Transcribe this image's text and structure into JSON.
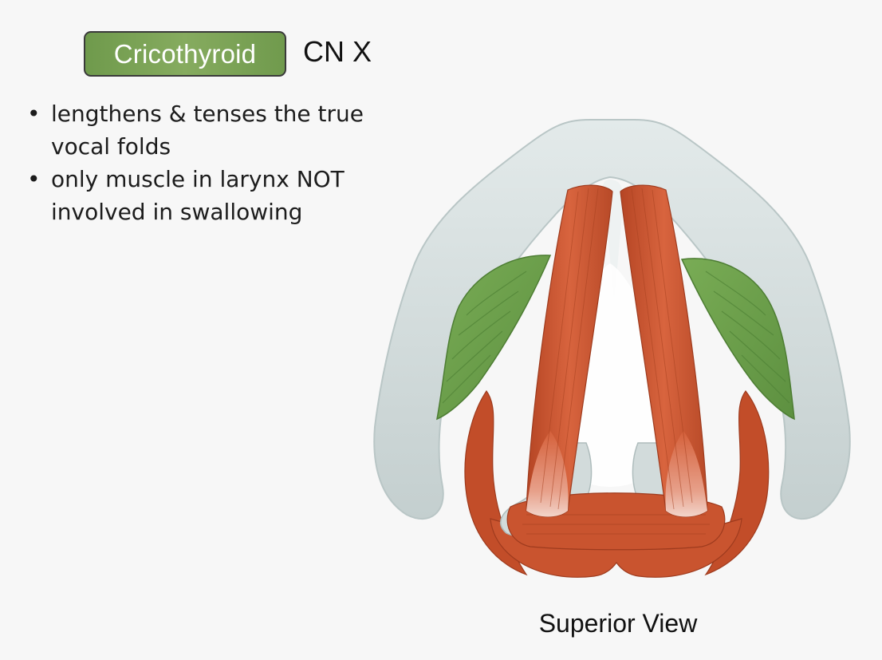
{
  "header": {
    "muscle_name": "Cricothyroid",
    "innervation": "CN X"
  },
  "bullets": [
    "lengthens & tenses the true vocal folds",
    "only muscle in larynx NOT involved in swallowing"
  ],
  "figure": {
    "caption": "Superior View"
  },
  "colors": {
    "badge_green": "#7ba356",
    "muscle_red": "#c8522e",
    "cartilage_gray": "#d6dede",
    "leaf_green": "#6ea24e"
  }
}
